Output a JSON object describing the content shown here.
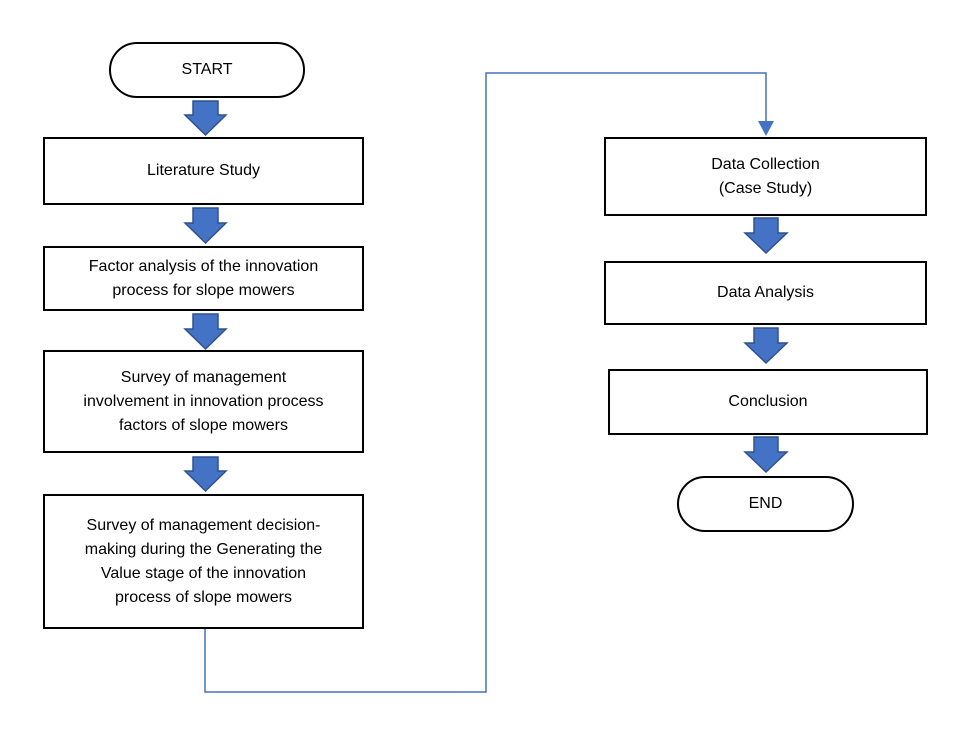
{
  "diagram": {
    "nodes": {
      "start": "START",
      "literature_study": "Literature Study",
      "factor_analysis": "Factor analysis of the innovation\nprocess for slope mowers",
      "survey_involvement": "Survey of management\ninvolvement in innovation process\nfactors of slope mowers",
      "survey_decision": "Survey of management decision-\nmaking during the Generating the\nValue stage of the innovation\nprocess of slope mowers",
      "data_collection": "Data Collection\n(Case Study)",
      "data_analysis": "Data Analysis",
      "conclusion": "Conclusion",
      "end": "END"
    },
    "colors": {
      "arrow_fill": "#4472C4",
      "arrow_stroke": "#2F528F",
      "connector": "#4472C4"
    }
  }
}
